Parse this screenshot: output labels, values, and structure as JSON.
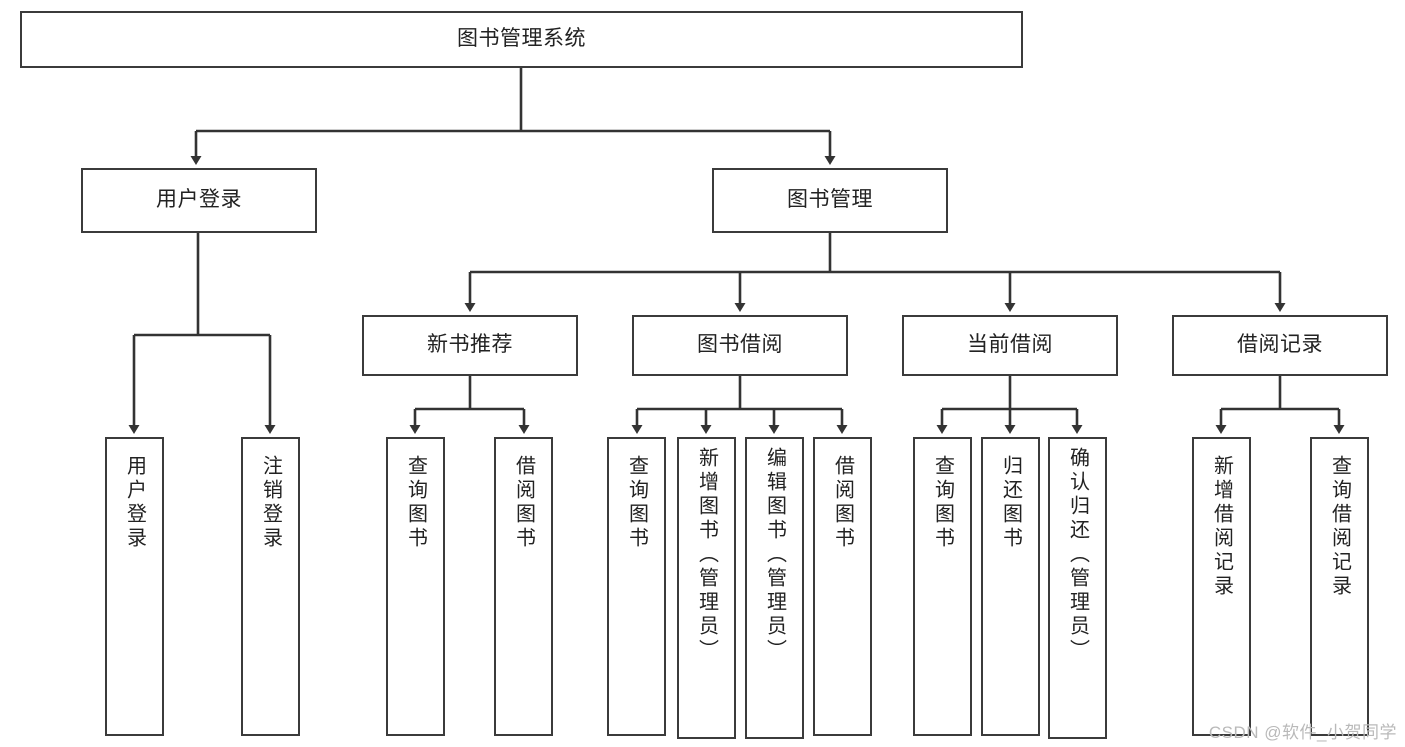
{
  "diagram": {
    "title": "图书管理系统",
    "type": "tree-hierarchy-chart",
    "watermark": "CSDN @软件_小贺同学",
    "colors": {
      "box_border": "#3b3b3b",
      "box_fill": "#ffffff",
      "edge": "#333333",
      "text": "#222222",
      "watermark": "#b9b9b9"
    },
    "nodes": {
      "root": {
        "label": "图书管理系统"
      },
      "level2": [
        {
          "id": "user-login",
          "label": "用户登录"
        },
        {
          "id": "book-manage",
          "label": "图书管理"
        }
      ],
      "level3": [
        {
          "id": "new-book-recommend",
          "label": "新书推荐"
        },
        {
          "id": "book-borrow",
          "label": "图书借阅"
        },
        {
          "id": "current-borrow",
          "label": "当前借阅"
        },
        {
          "id": "borrow-record",
          "label": "借阅记录"
        }
      ],
      "leaves": {
        "user_login": [
          {
            "id": "leaf-user-login",
            "label": "用户登录"
          },
          {
            "id": "leaf-logout-login",
            "label": "注销登录"
          }
        ],
        "new_book_recommend": [
          {
            "id": "leaf-query-book-1",
            "label": "查询图书"
          },
          {
            "id": "leaf-borrow-book-1",
            "label": "借阅图书"
          }
        ],
        "book_borrow": [
          {
            "id": "leaf-query-book-2",
            "label": "查询图书"
          },
          {
            "id": "leaf-add-book",
            "label": "新增图书（管理员）"
          },
          {
            "id": "leaf-edit-book",
            "label": "编辑图书（管理员）"
          },
          {
            "id": "leaf-borrow-book-2",
            "label": "借阅图书"
          }
        ],
        "current_borrow": [
          {
            "id": "leaf-query-book-3",
            "label": "查询图书"
          },
          {
            "id": "leaf-return-book",
            "label": "归还图书"
          },
          {
            "id": "leaf-confirm-return",
            "label": "确认归还（管理员）"
          }
        ],
        "borrow_record": [
          {
            "id": "leaf-add-record",
            "label": "新增借阅记录"
          },
          {
            "id": "leaf-query-record",
            "label": "查询借阅记录"
          }
        ]
      }
    }
  }
}
